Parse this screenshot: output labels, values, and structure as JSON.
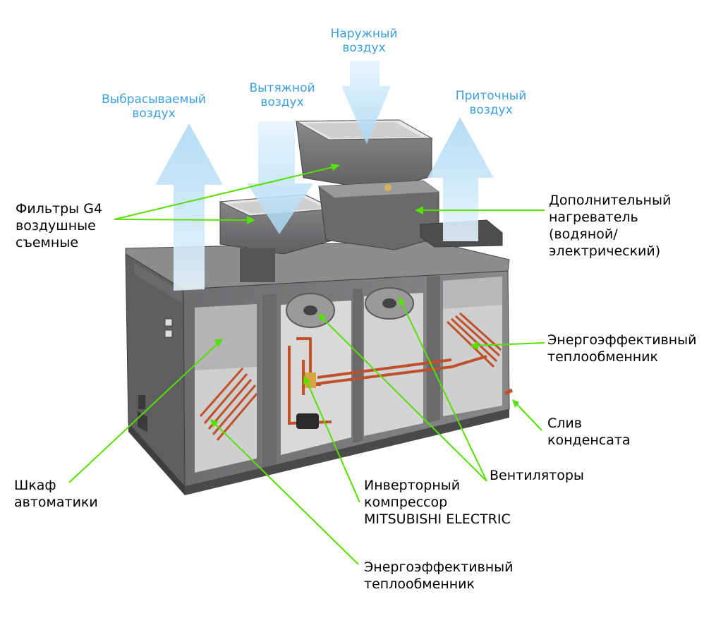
{
  "colors": {
    "air_label": "#3d9fe0",
    "leader_line": "#55e000",
    "housing": "#77777a",
    "housing_dark": "#4f4f53",
    "coil": "#c0502a"
  },
  "air_flows": {
    "exhaust_out": [
      "Выбрасываемый",
      "воздух"
    ],
    "extract": [
      "Вытяжной",
      "воздух"
    ],
    "outdoor": [
      "Наружный",
      "воздух"
    ],
    "supply": [
      "Приточный",
      "воздух"
    ]
  },
  "labels": {
    "filters": [
      "Фильтры G4",
      "воздушные",
      "съемные"
    ],
    "heater": [
      "Дополнительный",
      "нагреватель",
      "(водяной/",
      "электрический)"
    ],
    "exchanger_right": [
      "Энергоэффективный",
      "теплообменник"
    ],
    "condensate": [
      "Слив",
      "конденсата"
    ],
    "fans": "Вентиляторы",
    "compressor": [
      "Инверторный",
      "компрессор",
      "MITSUBISHI ELECTRIC"
    ],
    "cabinet": [
      "Шкаф",
      "автоматики"
    ],
    "exchanger_bottom": [
      "Энергоэффективный",
      "теплообменник"
    ]
  }
}
